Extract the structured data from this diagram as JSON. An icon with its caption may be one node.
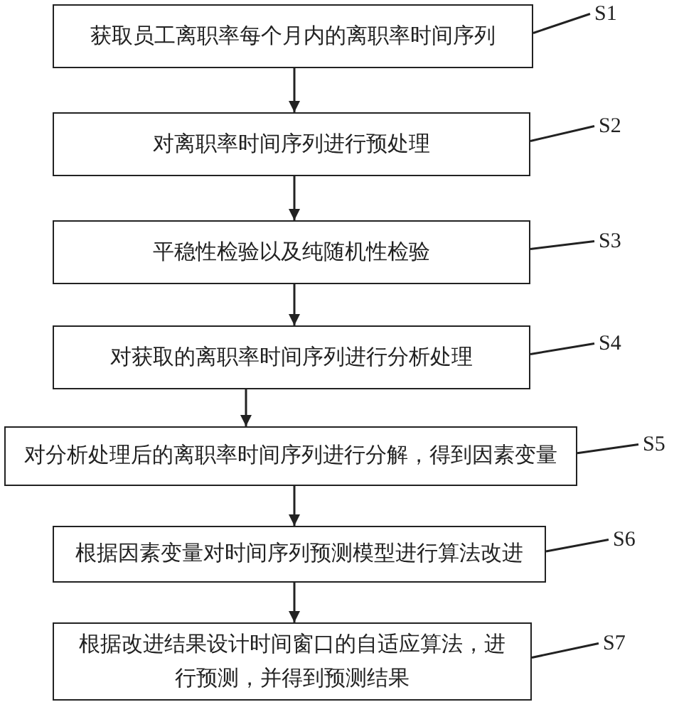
{
  "diagram": {
    "nodes": [
      {
        "text": [
          "获取员工离职率每个月内的离职率时间序列"
        ]
      },
      {
        "text": [
          "对离职率时间序列进行预处理"
        ]
      },
      {
        "text": [
          "平稳性检验以及纯随机性检验"
        ]
      },
      {
        "text": [
          "对获取的离职率时间序列进行分析处理"
        ]
      },
      {
        "text": [
          "对分析处理后的离职率时间序列进行分解，得到因素变量"
        ]
      },
      {
        "text": [
          "根据因素变量对时间序列预测模型进行算法改进"
        ]
      },
      {
        "text": [
          "根据改进结果设计时间窗口的自适应算法，进行预测，并得到预测结果"
        ]
      },
      {
        "text": [
          "S1"
        ]
      },
      {
        "text": [
          "S2"
        ]
      },
      {
        "text": [
          "S3"
        ]
      },
      {
        "text": [
          "S4"
        ]
      },
      {
        "text": [
          "S5"
        ]
      },
      {
        "text": [
          "S6"
        ]
      },
      {
        "text": [
          "S7"
        ]
      }
    ],
    "edges": [
      {
        "from": 0,
        "to": 1,
        "arrow": "to"
      },
      {
        "from": 1,
        "to": 2,
        "arrow": "to"
      },
      {
        "from": 2,
        "to": 3,
        "arrow": "to"
      },
      {
        "from": 3,
        "to": 4,
        "arrow": "to"
      },
      {
        "from": 4,
        "to": 5,
        "arrow": "to"
      },
      {
        "from": 5,
        "to": 6,
        "arrow": "to"
      },
      {
        "from": 7,
        "to": 0,
        "arrow": "none"
      },
      {
        "from": 8,
        "to": 1,
        "arrow": "none"
      },
      {
        "from": 9,
        "to": 2,
        "arrow": "none"
      },
      {
        "from": 10,
        "to": 3,
        "arrow": "none"
      },
      {
        "from": 11,
        "to": 4,
        "arrow": "none"
      },
      {
        "from": 12,
        "to": 5,
        "arrow": "none"
      },
      {
        "from": 13,
        "to": 6,
        "arrow": "none"
      }
    ]
  }
}
